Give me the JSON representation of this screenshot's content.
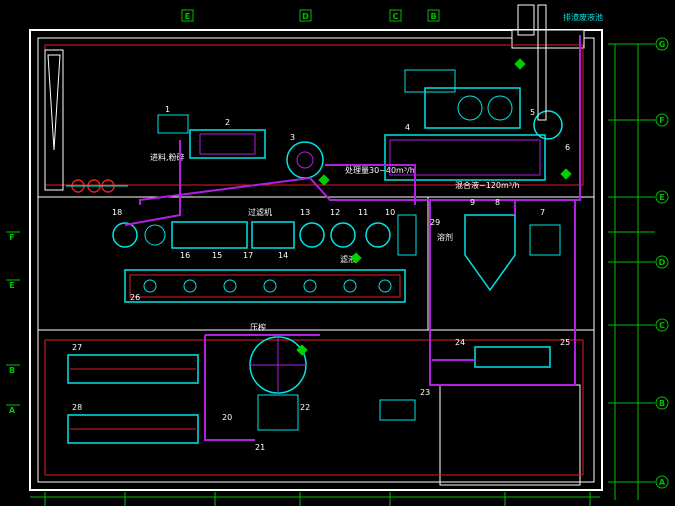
{
  "drawing": {
    "title_note": "排渣废液池",
    "grid_top": [
      "E",
      "D",
      "C",
      "B"
    ],
    "grid_left": [
      "F",
      "E",
      "B",
      "A"
    ],
    "grid_right": [
      "G",
      "F",
      "E",
      "D",
      "C",
      "B",
      "A"
    ],
    "notes": {
      "feed_note": "进料,粉碎",
      "hopper_note": "溶剂",
      "filter_note": "过滤机",
      "mid_note": "滤液",
      "press_note": "压榨",
      "upper_spec": "处理量30~40m³/h",
      "right_spec": "混合液~120m³/h"
    },
    "numbers": [
      "18",
      "16",
      "15",
      "17",
      "14",
      "13",
      "12",
      "11",
      "10",
      "9",
      "8",
      "7",
      "6",
      "5",
      "4",
      "3",
      "2",
      "1",
      "20",
      "21",
      "22",
      "23",
      "24",
      "25",
      "26",
      "27",
      "28",
      "29"
    ]
  },
  "colors": {
    "background": "#000000",
    "wall": "#ffffff",
    "axis": "#00c000",
    "equipment": "#00e5e5",
    "pipe_main": "#b020e0",
    "pipe_red": "#e02020",
    "label": "#ffffff",
    "accent_green": "#00d000"
  }
}
